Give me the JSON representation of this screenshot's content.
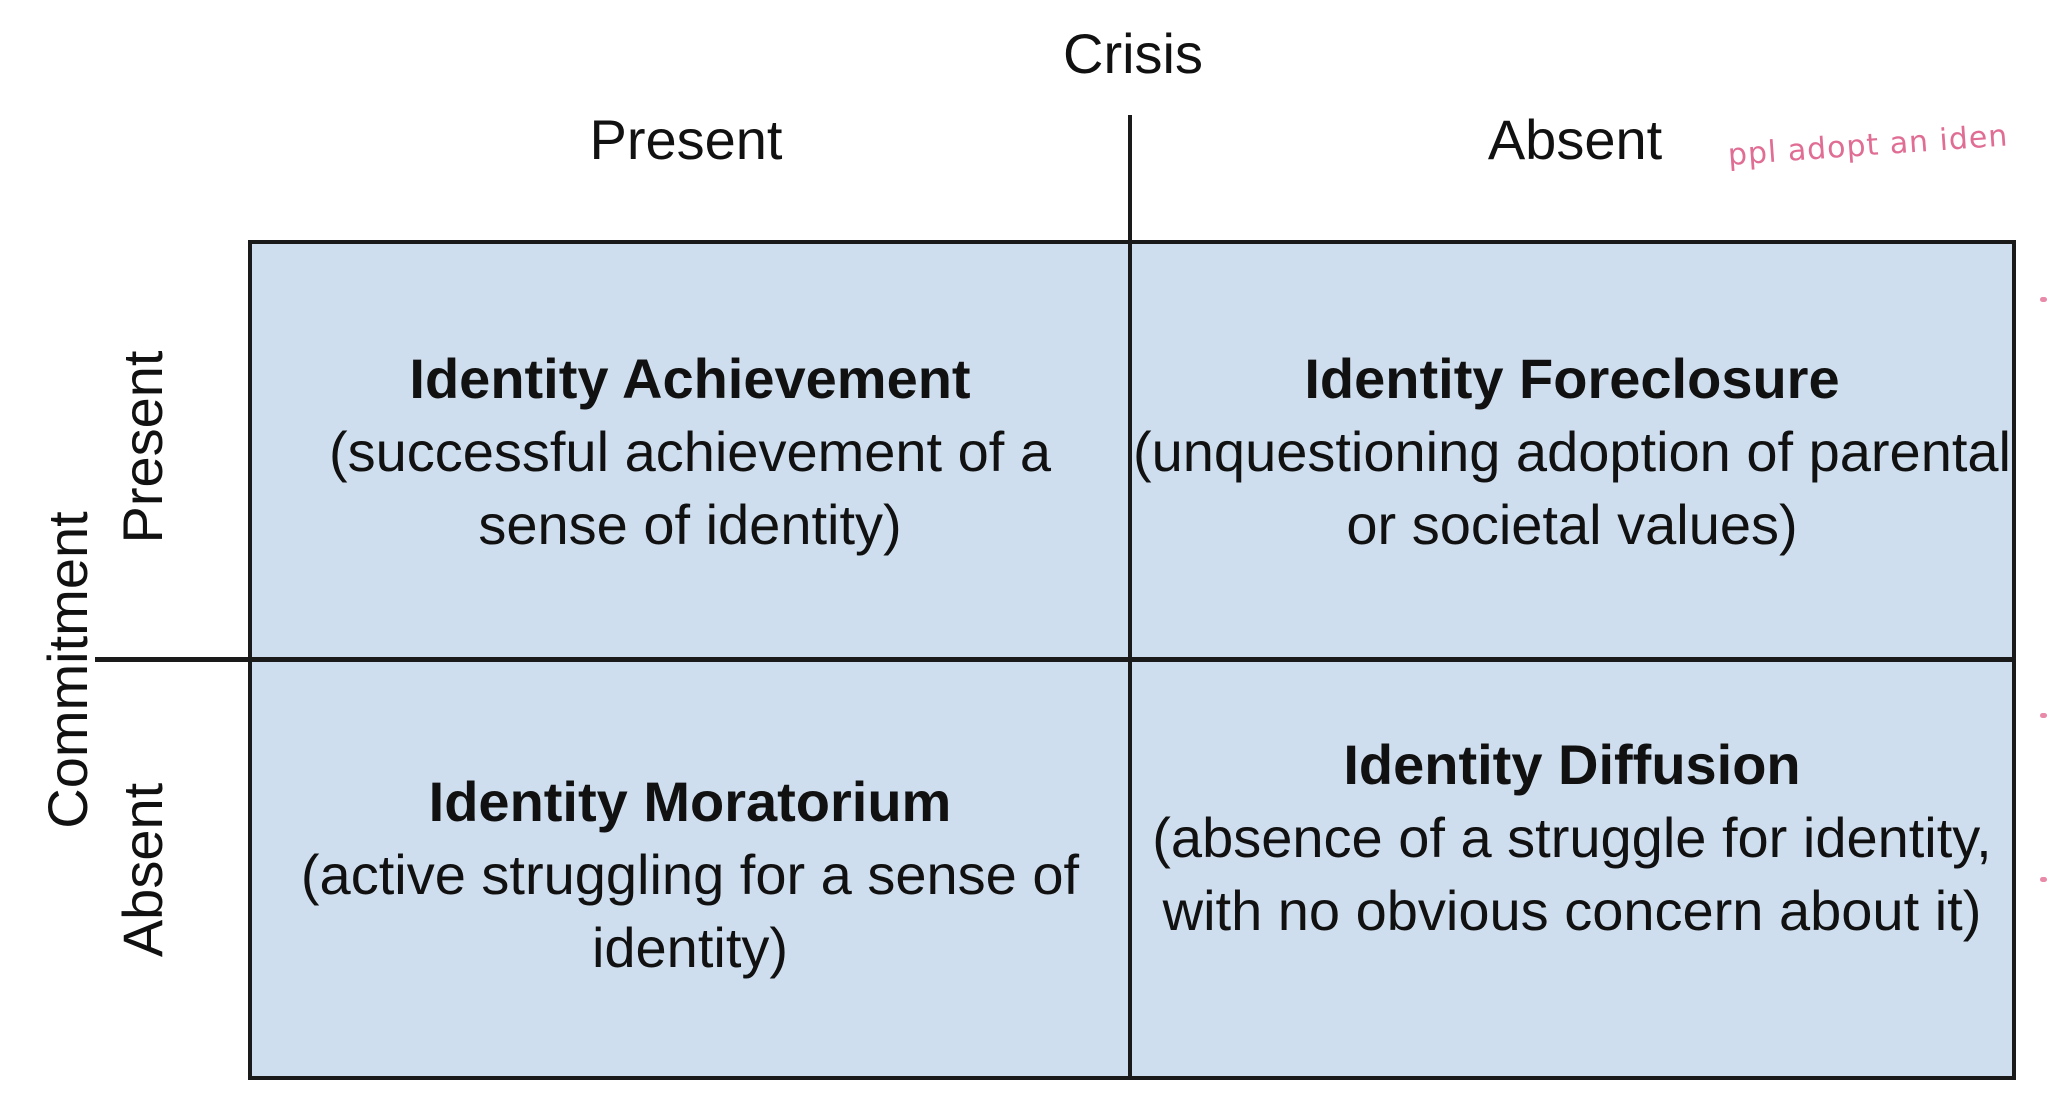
{
  "crisis": {
    "title": "Crisis",
    "present": "Present",
    "absent": "Absent"
  },
  "commitment": {
    "title": "Commitment",
    "present": "Present",
    "absent": "Absent"
  },
  "cells": {
    "achievement": {
      "name": "Identity Achievement",
      "description": "(successful achievement of a sense of identity)"
    },
    "foreclosure": {
      "name": "Identity Foreclosure",
      "description": "(unquestioning adoption of parental or societal values)"
    },
    "moratorium": {
      "name": "Identity Moratorium",
      "description": "(active struggling for a sense of identity)"
    },
    "diffusion": {
      "name": "Identity Diffusion",
      "description": "(absence of a struggle for identity, with no obvious concern about it)"
    }
  },
  "annotation": {
    "handwritten_note": "ppl adopt an iden"
  },
  "colors": {
    "cell_fill": "#cfdeef",
    "line": "#1a1a1a",
    "annotation_ink": "#e06d93"
  }
}
